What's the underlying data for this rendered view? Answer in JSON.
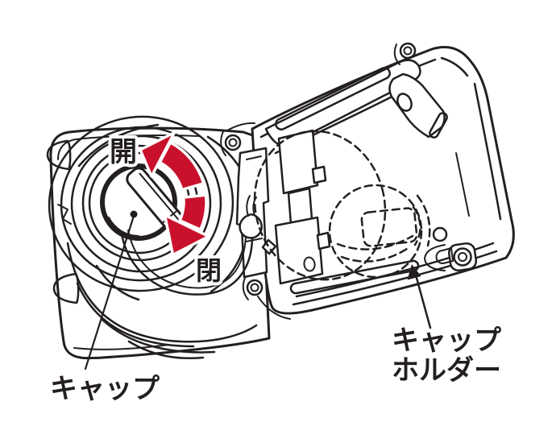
{
  "illustration": {
    "colors": {
      "background": "#ffffff",
      "line": "#231f20",
      "arrow_red": "#c9112d"
    },
    "labels": {
      "rotate_open": "開",
      "rotate_close": "閉",
      "cap": "キャップ",
      "cap_holder": [
        "キャップ",
        "ホルダー"
      ]
    }
  }
}
